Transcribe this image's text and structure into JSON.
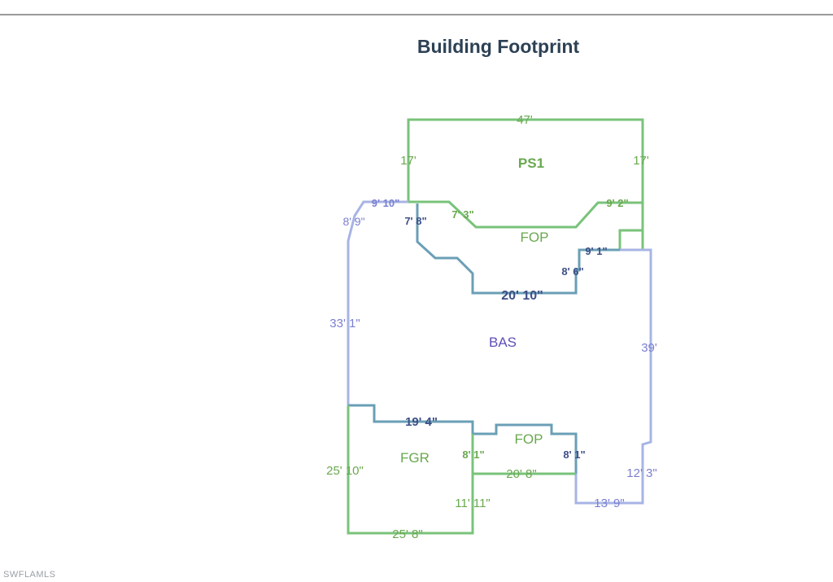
{
  "title": "Building Footprint",
  "watermark": "SWFLAMLS",
  "colors": {
    "green": "#79c37a",
    "blue": "#a7b4e4",
    "teal": "#6a9fb6",
    "green_text": "#6aa84f",
    "blue_text": "#7b7fd1",
    "dark_text": "#3d4f86"
  },
  "areas": {
    "ps1": "PS1",
    "fop_top": "FOP",
    "bas": "BAS",
    "fop_bottom": "FOP",
    "fgr": "FGR"
  },
  "dimensions": {
    "ps1_top": "47'",
    "ps1_left": "17'",
    "ps1_right": "17'",
    "fop_left_top": "9' 10\"",
    "fop_left_angle": "7' 3\"",
    "fop_right_angle": "9' 2\"",
    "bas_angle_left": "8' 9\"",
    "bas_notch_left": "7' 8\"",
    "bas_notch_right_top": "9' 1\"",
    "bas_notch_right_side": "8' 6\"",
    "bas_notch_bottom": "20' 10\"",
    "bas_left": "33' 1\"",
    "bas_right": "39'",
    "bas_bottom_left": "19' 4\"",
    "fop_bottom_left": "8' 1\"",
    "fop_bottom_right": "8' 1\"",
    "fop_bottom_base": "20' 8\"",
    "bas_right_lower": "12' 3\"",
    "bas_bottom_right": "13' 9\"",
    "fgr_left": "25' 10\"",
    "fgr_right": "11' 11\"",
    "fgr_bottom": "25' 8\""
  }
}
